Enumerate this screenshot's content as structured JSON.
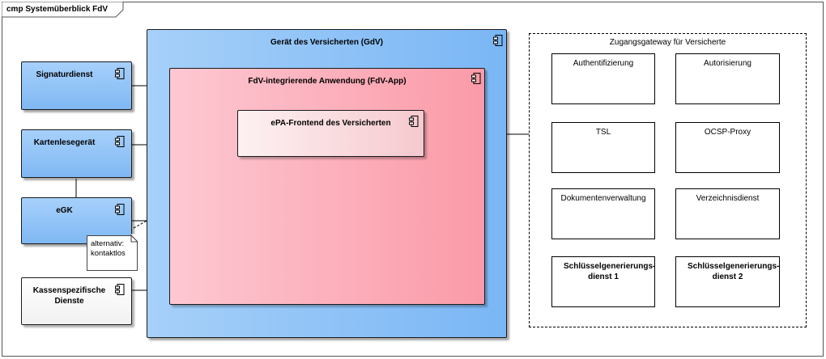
{
  "diagram": {
    "frame_title": "cmp Systemüberblick FdV",
    "gdv": {
      "title": "Gerät des Versicherten (GdV)"
    },
    "fdv_app": {
      "title": "FdV-integrierende Anwendung (FdV-App)"
    },
    "epa_frontend": {
      "title": "ePA-Frontend des Versicherten"
    },
    "left_components": [
      {
        "title": "Signaturdienst"
      },
      {
        "title": "Kartenlesegerät"
      },
      {
        "title": "eGK"
      },
      {
        "title": "Kassenspezifische Dienste"
      }
    ],
    "note": {
      "text": "alternativ: kontaktlos"
    },
    "gateway": {
      "title": "Zugangsgateway für Versicherte",
      "services": [
        {
          "title": "Authentifizierung"
        },
        {
          "title": "Autorisierung"
        },
        {
          "title": "TSL"
        },
        {
          "title": "OCSP-Proxy"
        },
        {
          "title": "Dokumentenverwaltung"
        },
        {
          "title": "Verzeichnisdienst"
        },
        {
          "title": "Schlüsselgenerierungs-dienst 1"
        },
        {
          "title": "Schlüsselgenerierungs-dienst 2"
        }
      ]
    },
    "colors": {
      "device_blue": "#8cc3f7",
      "app_pink": "#fbb0bd",
      "component_blue": "#8fc2f5"
    },
    "icons": [
      "component-icon"
    ]
  }
}
